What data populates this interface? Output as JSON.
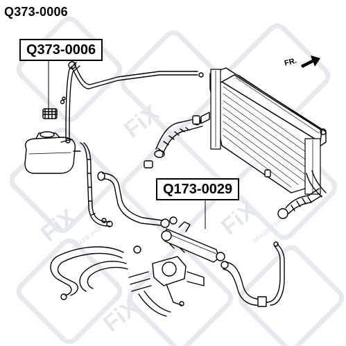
{
  "page_title": "Q373-0006",
  "callouts": {
    "reservoir_part": "Q373-0006",
    "hose_part": "Q173-0029"
  },
  "direction_label": "FR.",
  "watermark": {
    "brand": "FiX",
    "tagline": "SPARE PARTS"
  },
  "colors": {
    "line": "#000000",
    "watermark": "#e6e9ee",
    "background": "#ffffff"
  }
}
